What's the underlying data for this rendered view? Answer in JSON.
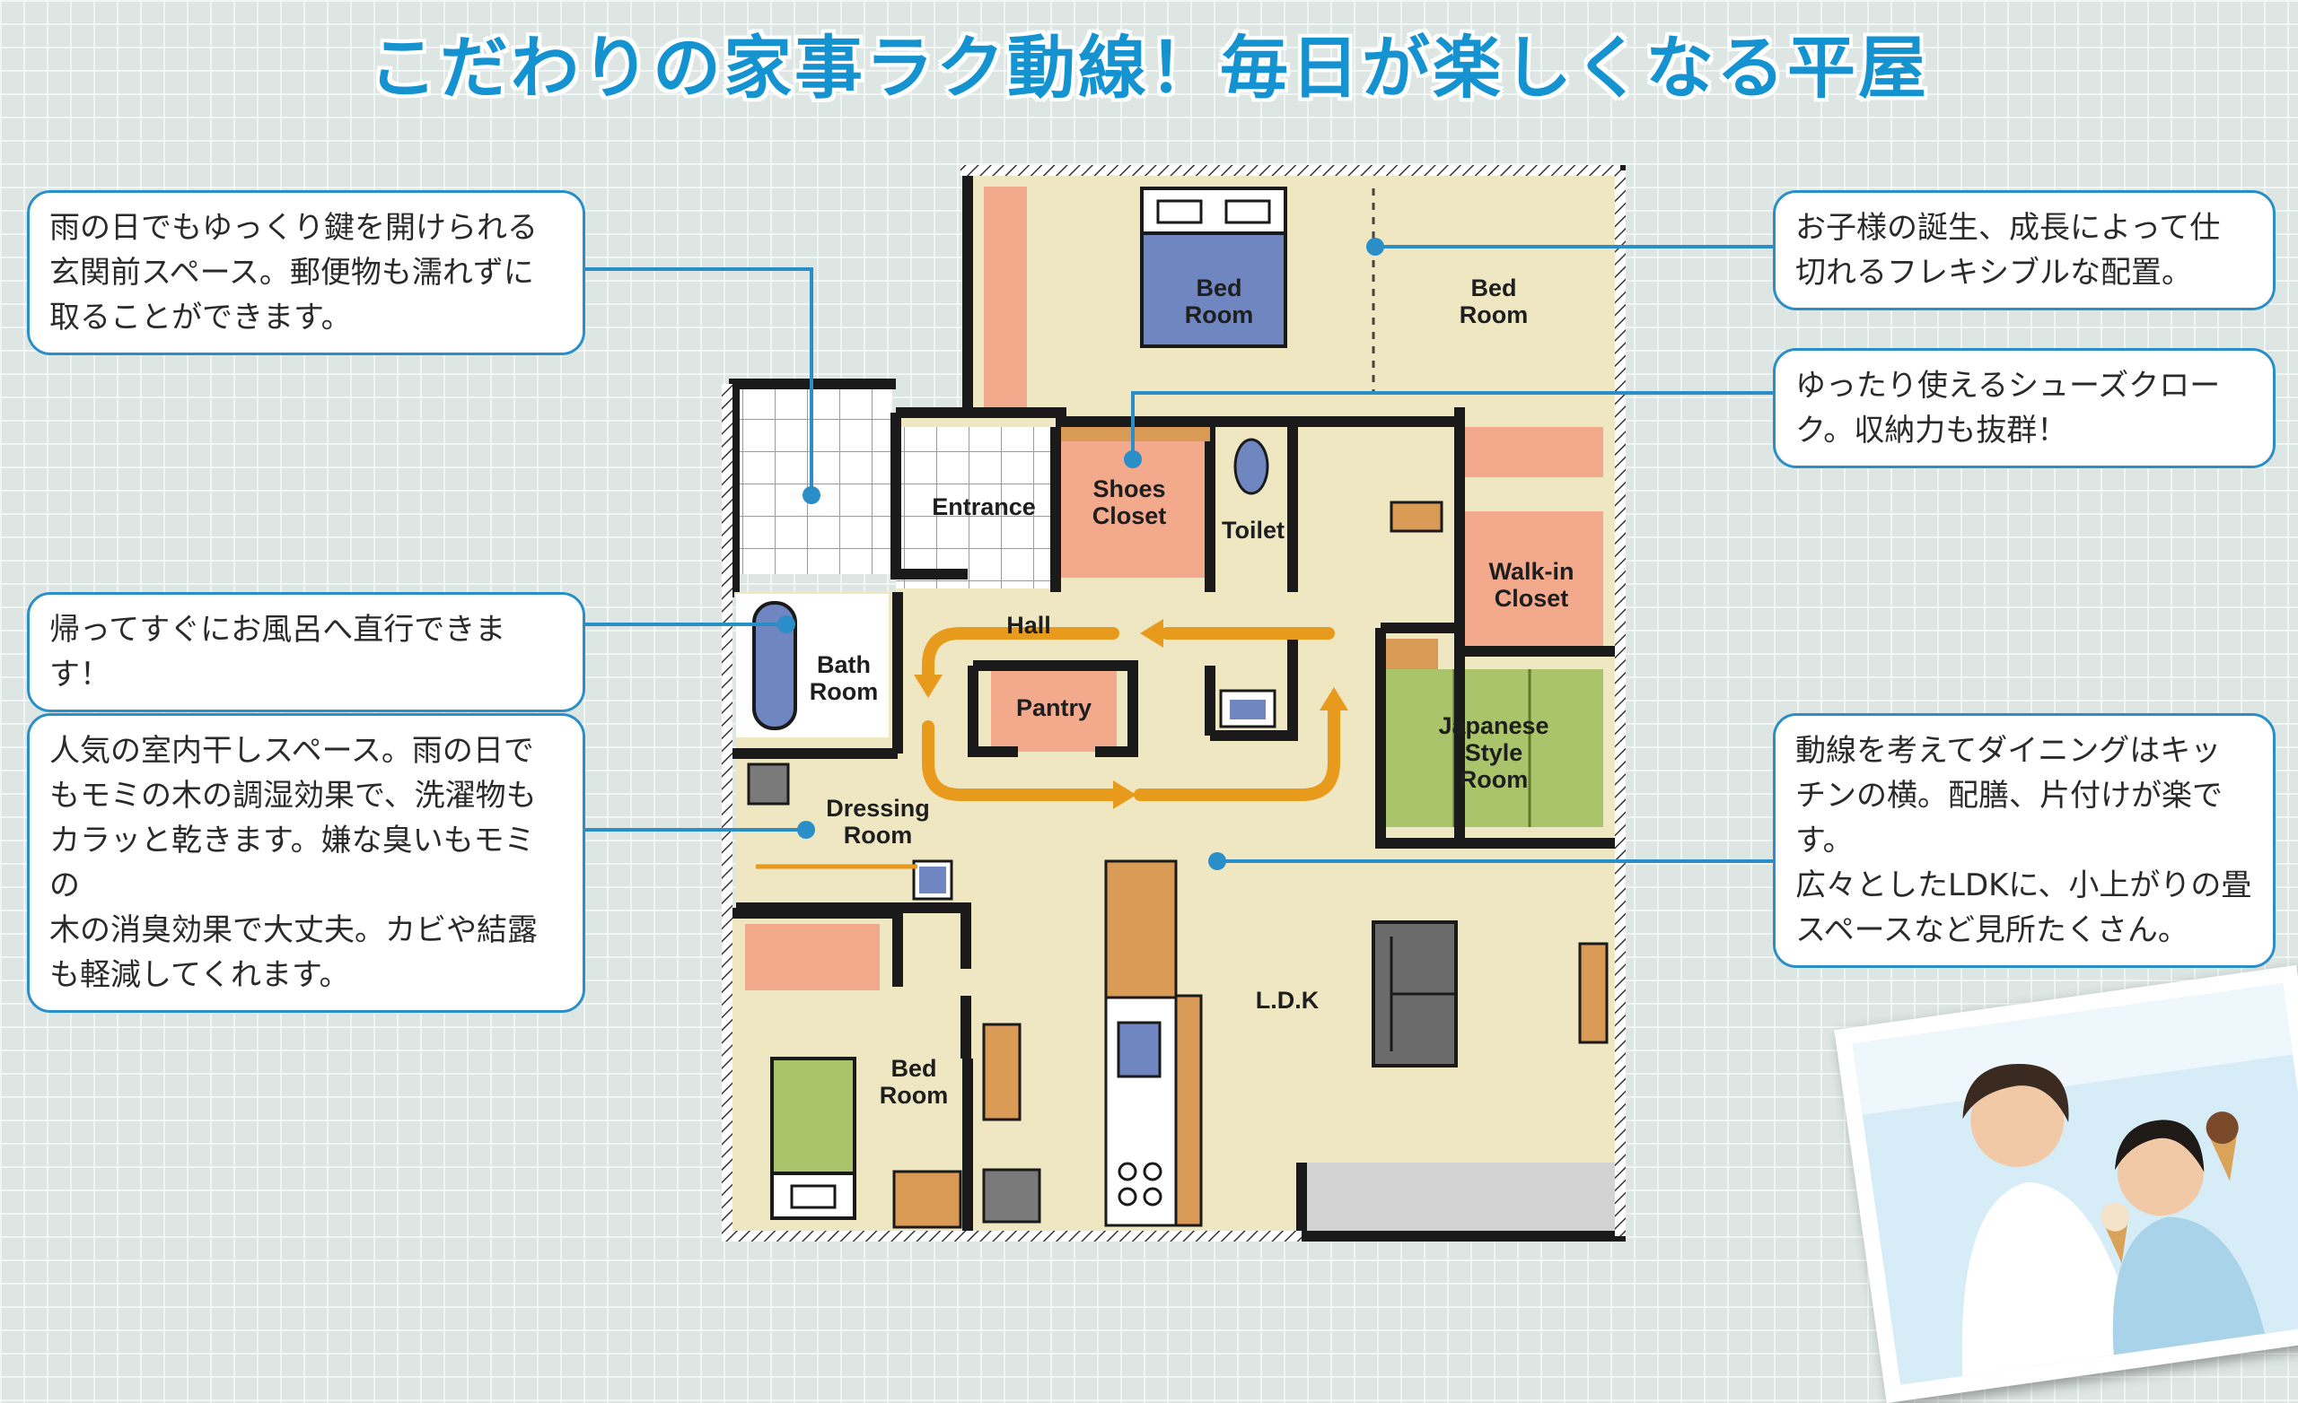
{
  "title": "こだわりの家事ラク動線！毎日が楽しくなる平屋",
  "callouts": {
    "entrance_porch": {
      "line1": "雨の日でもゆっくり鍵を開けられる",
      "line2": "玄関前スペース。郵便物も濡れずに",
      "line3": "取ることができます。"
    },
    "bath": {
      "line1": "帰ってすぐにお風呂へ直行できます！"
    },
    "dressing": {
      "line1": "人気の室内干しスペース。雨の日で",
      "line2": "もモミの木の調湿効果で、洗濯物も",
      "line3": "カラッと乾きます。嫌な臭いもモミの",
      "line4": "木の消臭効果で大丈夫。カビや結露",
      "line5": "も軽減してくれます。"
    },
    "bedroom_flex": {
      "line1": "お子様の誕生、成長によって仕",
      "line2": "切れるフレキシブルな配置。"
    },
    "shoes_closet": {
      "line1": "ゆったり使えるシューズクロー",
      "line2": "ク。収納力も抜群！"
    },
    "ldk": {
      "line1": "動線を考えてダイニングはキッ",
      "line2": "チンの横。配膳、片付けが楽です。",
      "line3": "広々としたLDKに、小上がりの畳",
      "line4": "スペースなど見所たくさん。"
    }
  },
  "rooms": {
    "bed1": [
      "Bed",
      "Room"
    ],
    "bed2": [
      "Bed",
      "Room"
    ],
    "entrance": "Entrance",
    "shoes_closet": [
      "Shoes",
      "Closet"
    ],
    "toilet": "Toilet",
    "walkin": [
      "Walk-in",
      "Closet"
    ],
    "hall": "Hall",
    "bath": [
      "Bath",
      "Room"
    ],
    "pantry": "Pantry",
    "japanese": [
      "Japanese",
      "Style",
      "Room"
    ],
    "dressing": [
      "Dressing",
      "Room"
    ],
    "bed3": [
      "Bed",
      "Room"
    ],
    "ldk": "L.D.K"
  },
  "colors": {
    "accent_blue": "#2a8fc9",
    "title_blue": "#1592d0",
    "floor": "#efe6c2",
    "storage": "#f2a98c",
    "flow_arrow": "#e89a1d",
    "bed_blue": "#6f86c0",
    "tatami": "#a9c46a"
  }
}
